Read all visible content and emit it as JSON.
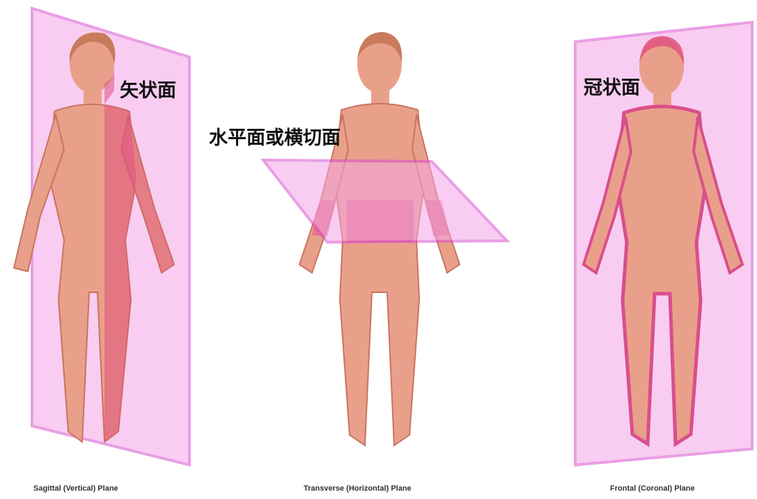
{
  "labels": {
    "sagittal_cn": "矢状面",
    "transverse_cn": "水平面或横切面",
    "frontal_cn": "冠状面"
  },
  "captions": {
    "sagittal": "Sagittal (Vertical) Plane",
    "transverse": "Transverse (Horizontal) Plane",
    "frontal": "Frontal (Coronal) Plane"
  },
  "colors": {
    "plane_fill": "#f4a6e6",
    "plane_edge": "#d94fd0",
    "skin": "#e9a08a",
    "skin_dark": "#c9735f",
    "highlight": "#e0527e",
    "hair": "#c97b5c"
  }
}
